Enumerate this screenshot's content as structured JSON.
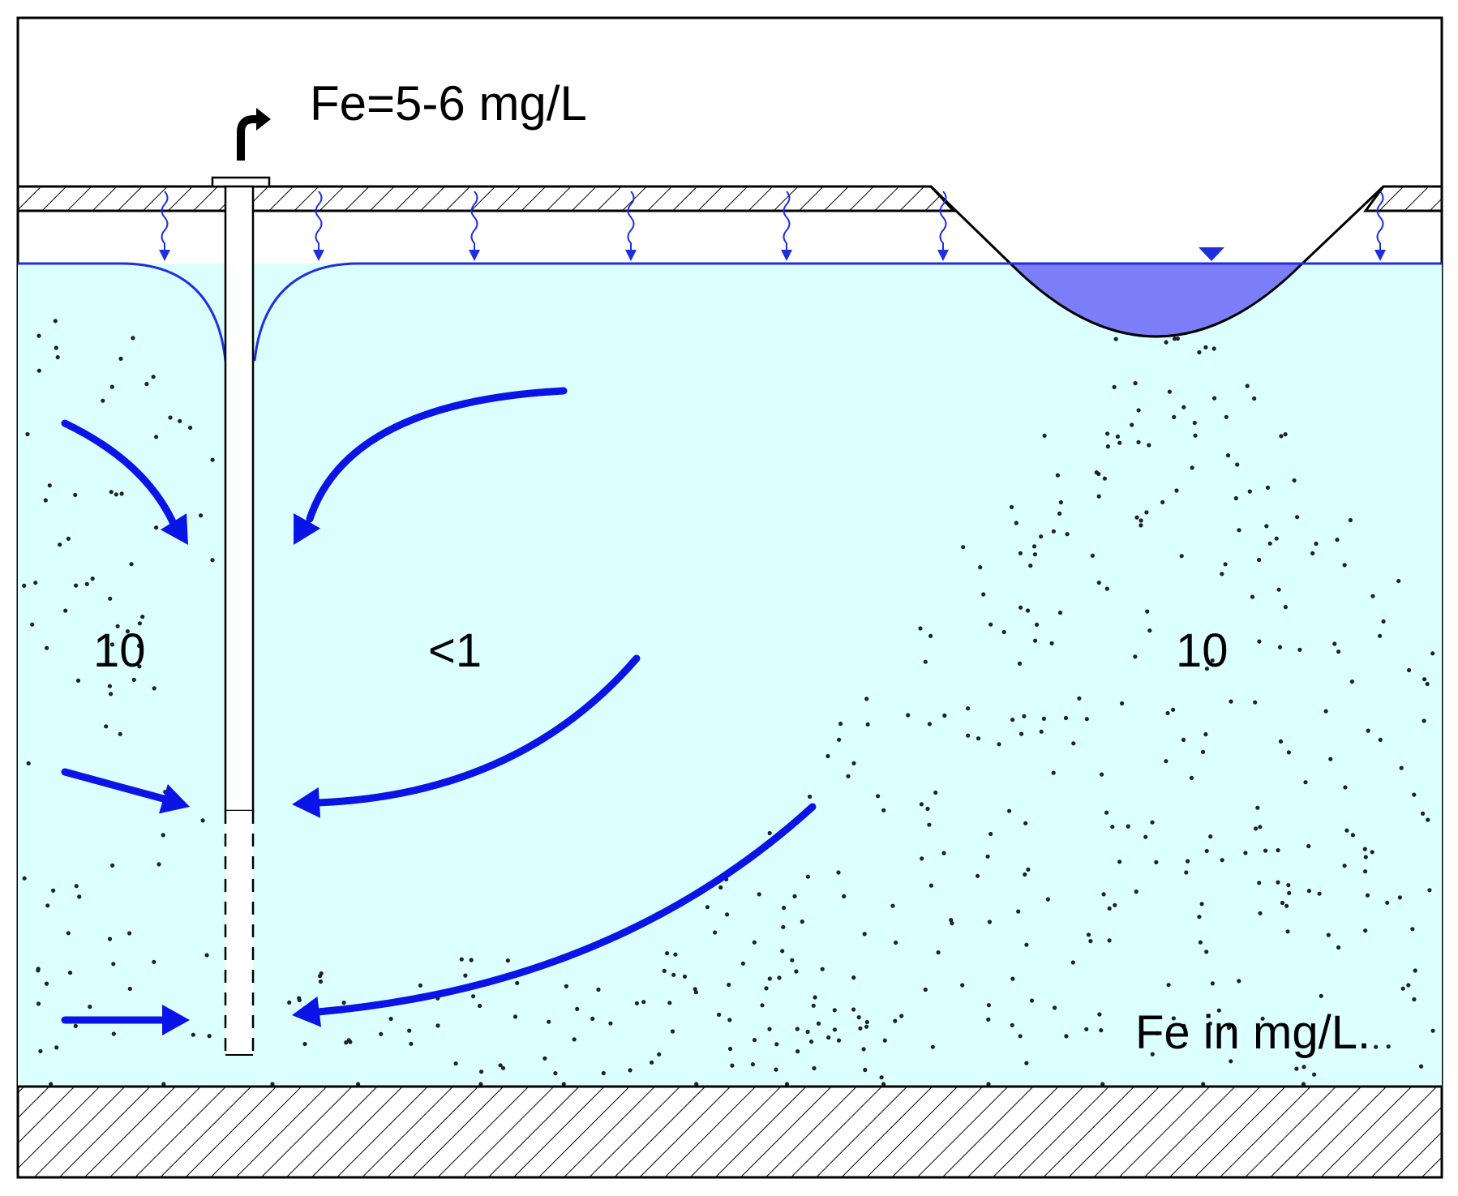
{
  "labels": {
    "outlet_concentration": "Fe=5-6 mg/L",
    "left_zone": "10",
    "middle_zone": "<1",
    "right_zone": "10",
    "units_note": "Fe in mg/L."
  },
  "colors": {
    "aquifer": "#dcffff",
    "flow_arrow": "#0a14e6",
    "water_table": "#1f2ee0",
    "river": "#7b7ef7",
    "outline": "#000000"
  },
  "icons": {
    "pump_outlet": "bent-arrow-up-right-icon",
    "water_level": "inverted-triangle-icon"
  }
}
